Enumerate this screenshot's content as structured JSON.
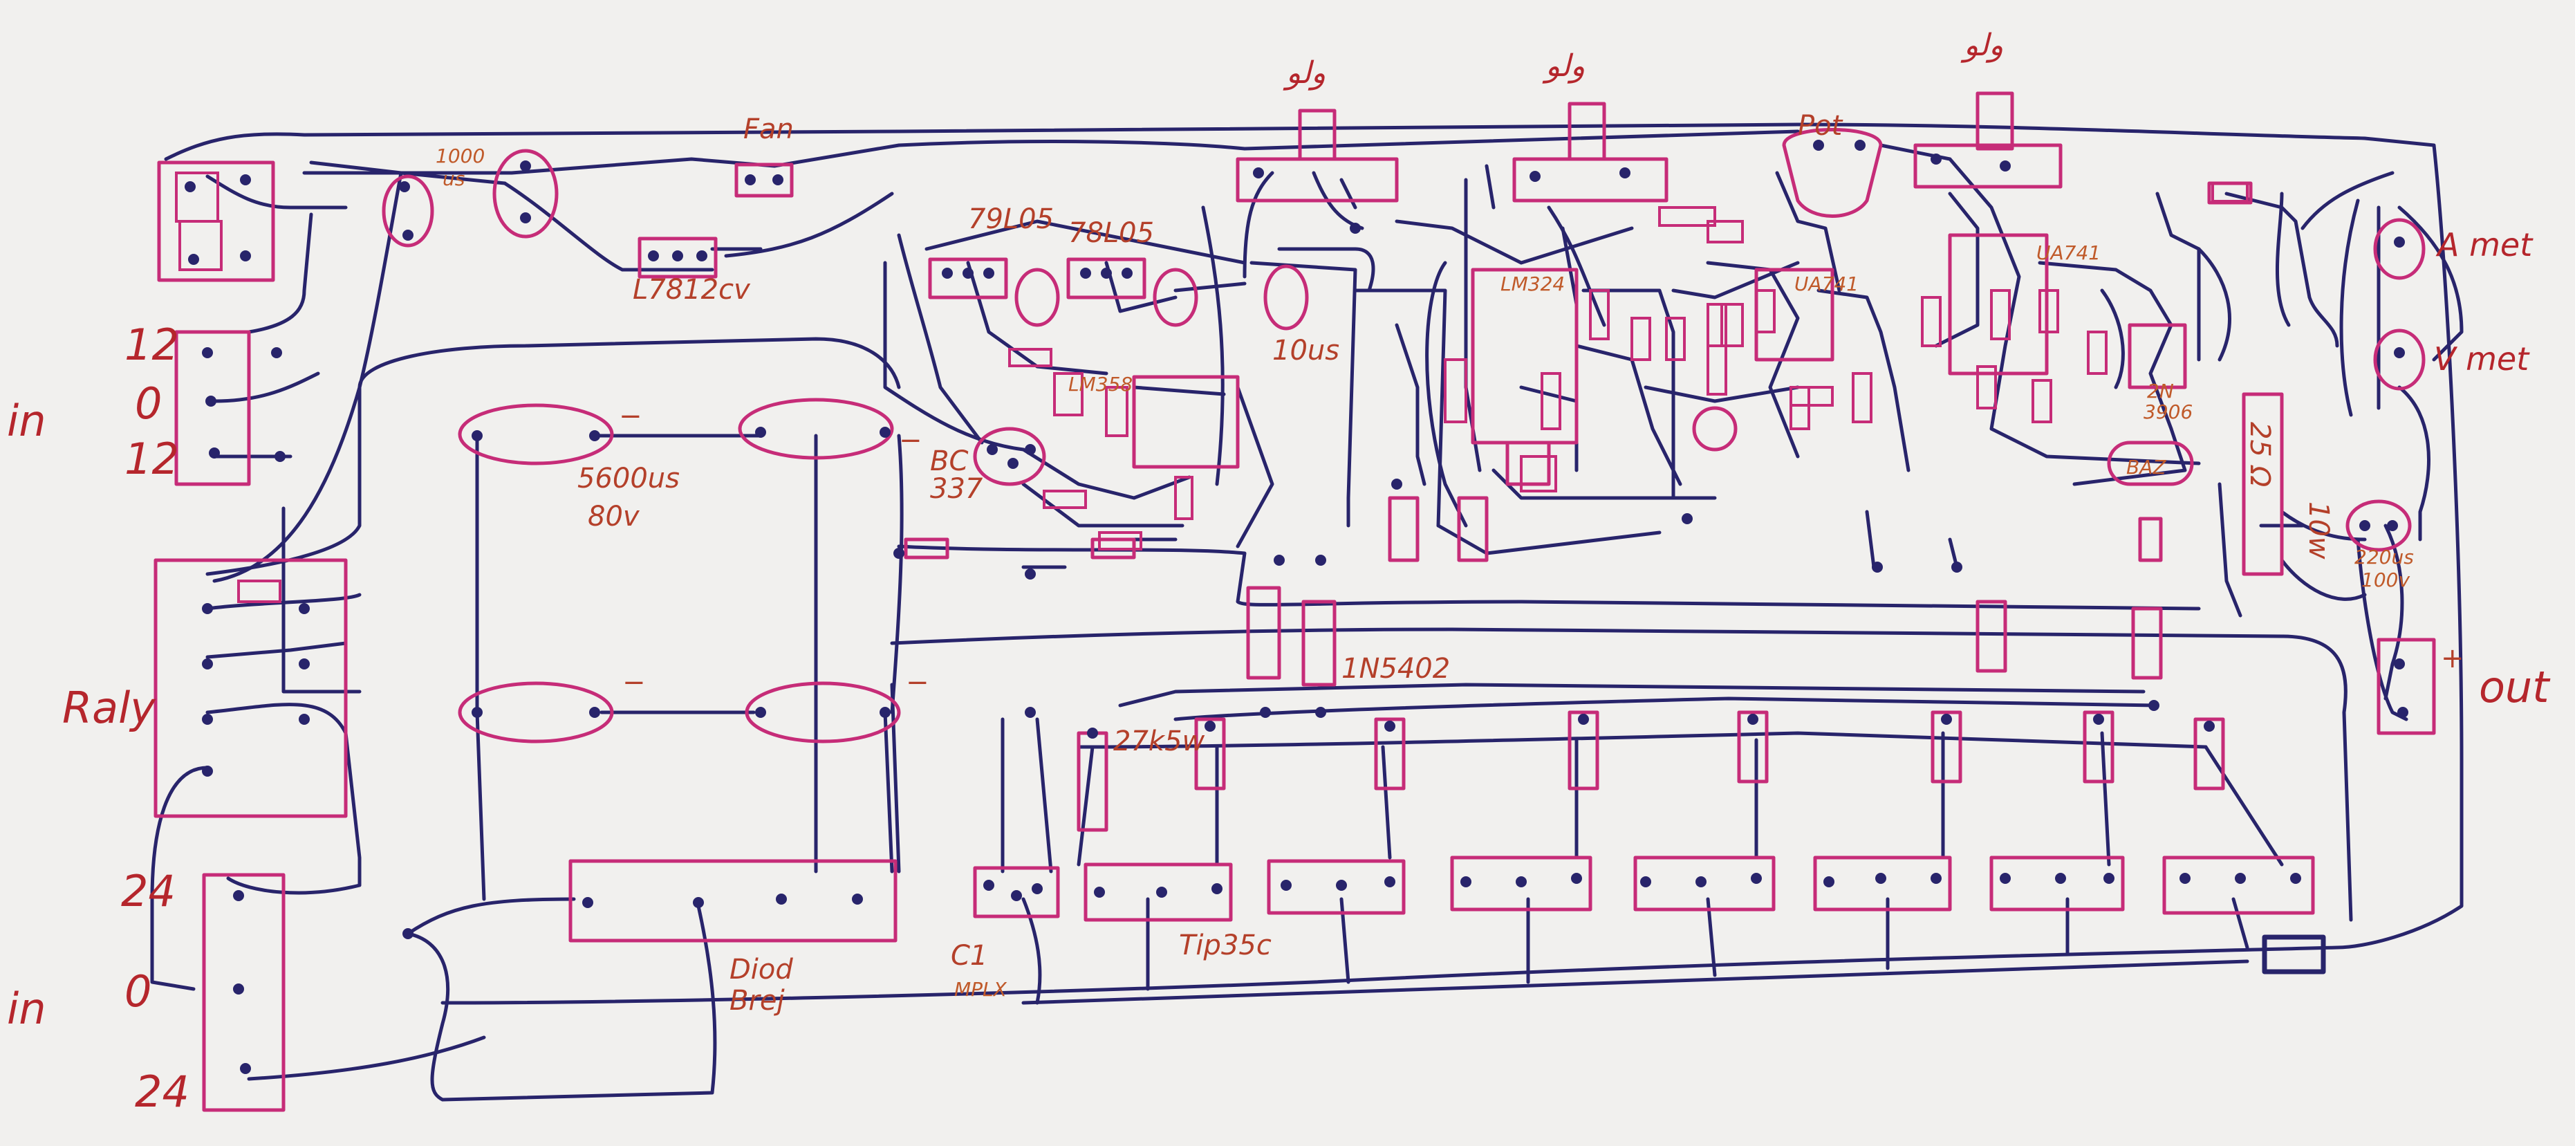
{
  "colors": {
    "paper": "#f1f0ee",
    "wire_ink": "#28246b",
    "component_ink": "#c62c78",
    "label_ink": "#b5262c"
  },
  "labels": {
    "in_top": "in",
    "in_bottom": "in",
    "v12_top": "12",
    "v0_top": "0",
    "v12_bottom": "12",
    "v24_top": "24",
    "v0_bottom": "0",
    "v24_bottom": "24",
    "cap_1000": "1000",
    "cap_1000_unit": "us",
    "fan": "Fan",
    "reg_l7812": "L7812cv",
    "reg_79l05": "79L05",
    "reg_78l05": "78L05",
    "ic_lm358": "LM358",
    "cap_10us": "10us",
    "cap_5600": "5600us",
    "cap_5600_v": "80v",
    "relay": "Raly",
    "bc337_a": "BC",
    "bc337_b": "337",
    "pot_top": "Pot",
    "ic_lm324": "LM324",
    "ic_ua741_a": "UA741",
    "ic_ua741_b": "UA741",
    "transistor_2n_a": "2N",
    "transistor_2n_b": "3906",
    "buzzer": "BAZ",
    "ammeter": "A met",
    "voltmeter": "V met",
    "r_25": "25 Ω",
    "r_10w": "10w",
    "cap_220": "220us",
    "cap_220_v": "100v",
    "output": "out",
    "diode_1n5402": "1N5402",
    "res_27k": "27k5w",
    "tip35c": "Tip35c",
    "c1": "C1",
    "mplx": "MPLX",
    "diode_bridge_a": "Diod",
    "diode_bridge_b": "Brej",
    "minus": "−",
    "plus": "+",
    "urdu_pot_1": "ولو",
    "urdu_pot_2": "ولو",
    "urdu_pot_3": "ولو"
  }
}
